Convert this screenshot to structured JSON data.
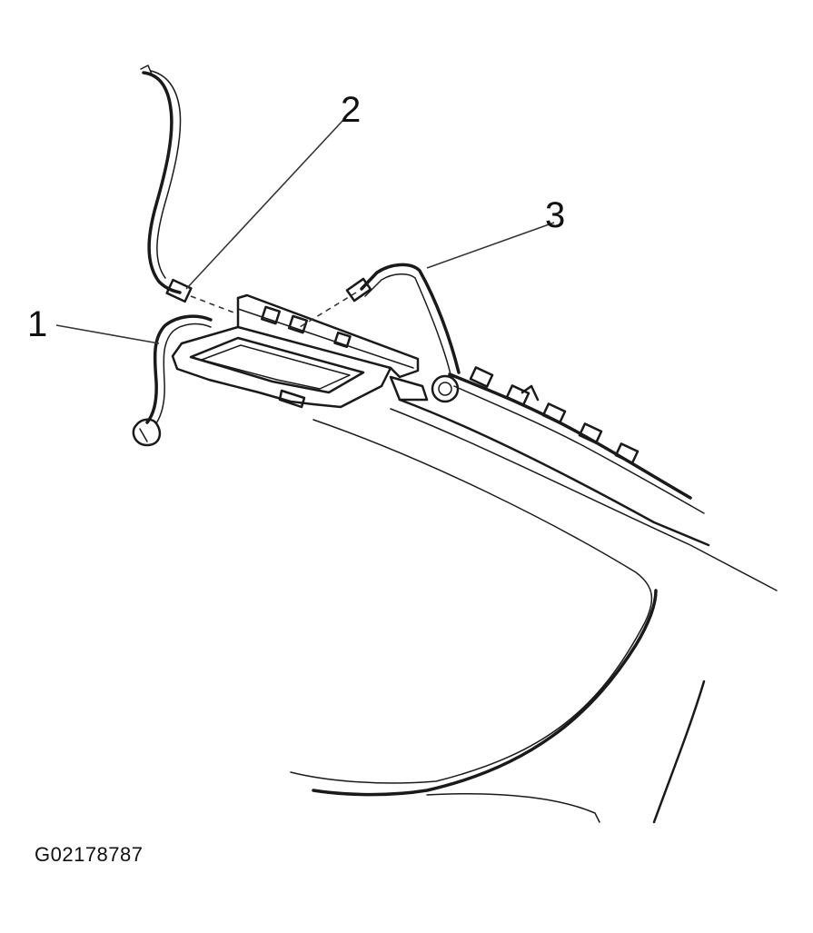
{
  "callouts": [
    {
      "id": "1",
      "label": "1"
    },
    {
      "id": "2",
      "label": "2"
    },
    {
      "id": "3",
      "label": "3"
    }
  ],
  "figure_id": "G02178787",
  "colors": {
    "ink": "#1a1a1a",
    "background": "#ffffff"
  }
}
